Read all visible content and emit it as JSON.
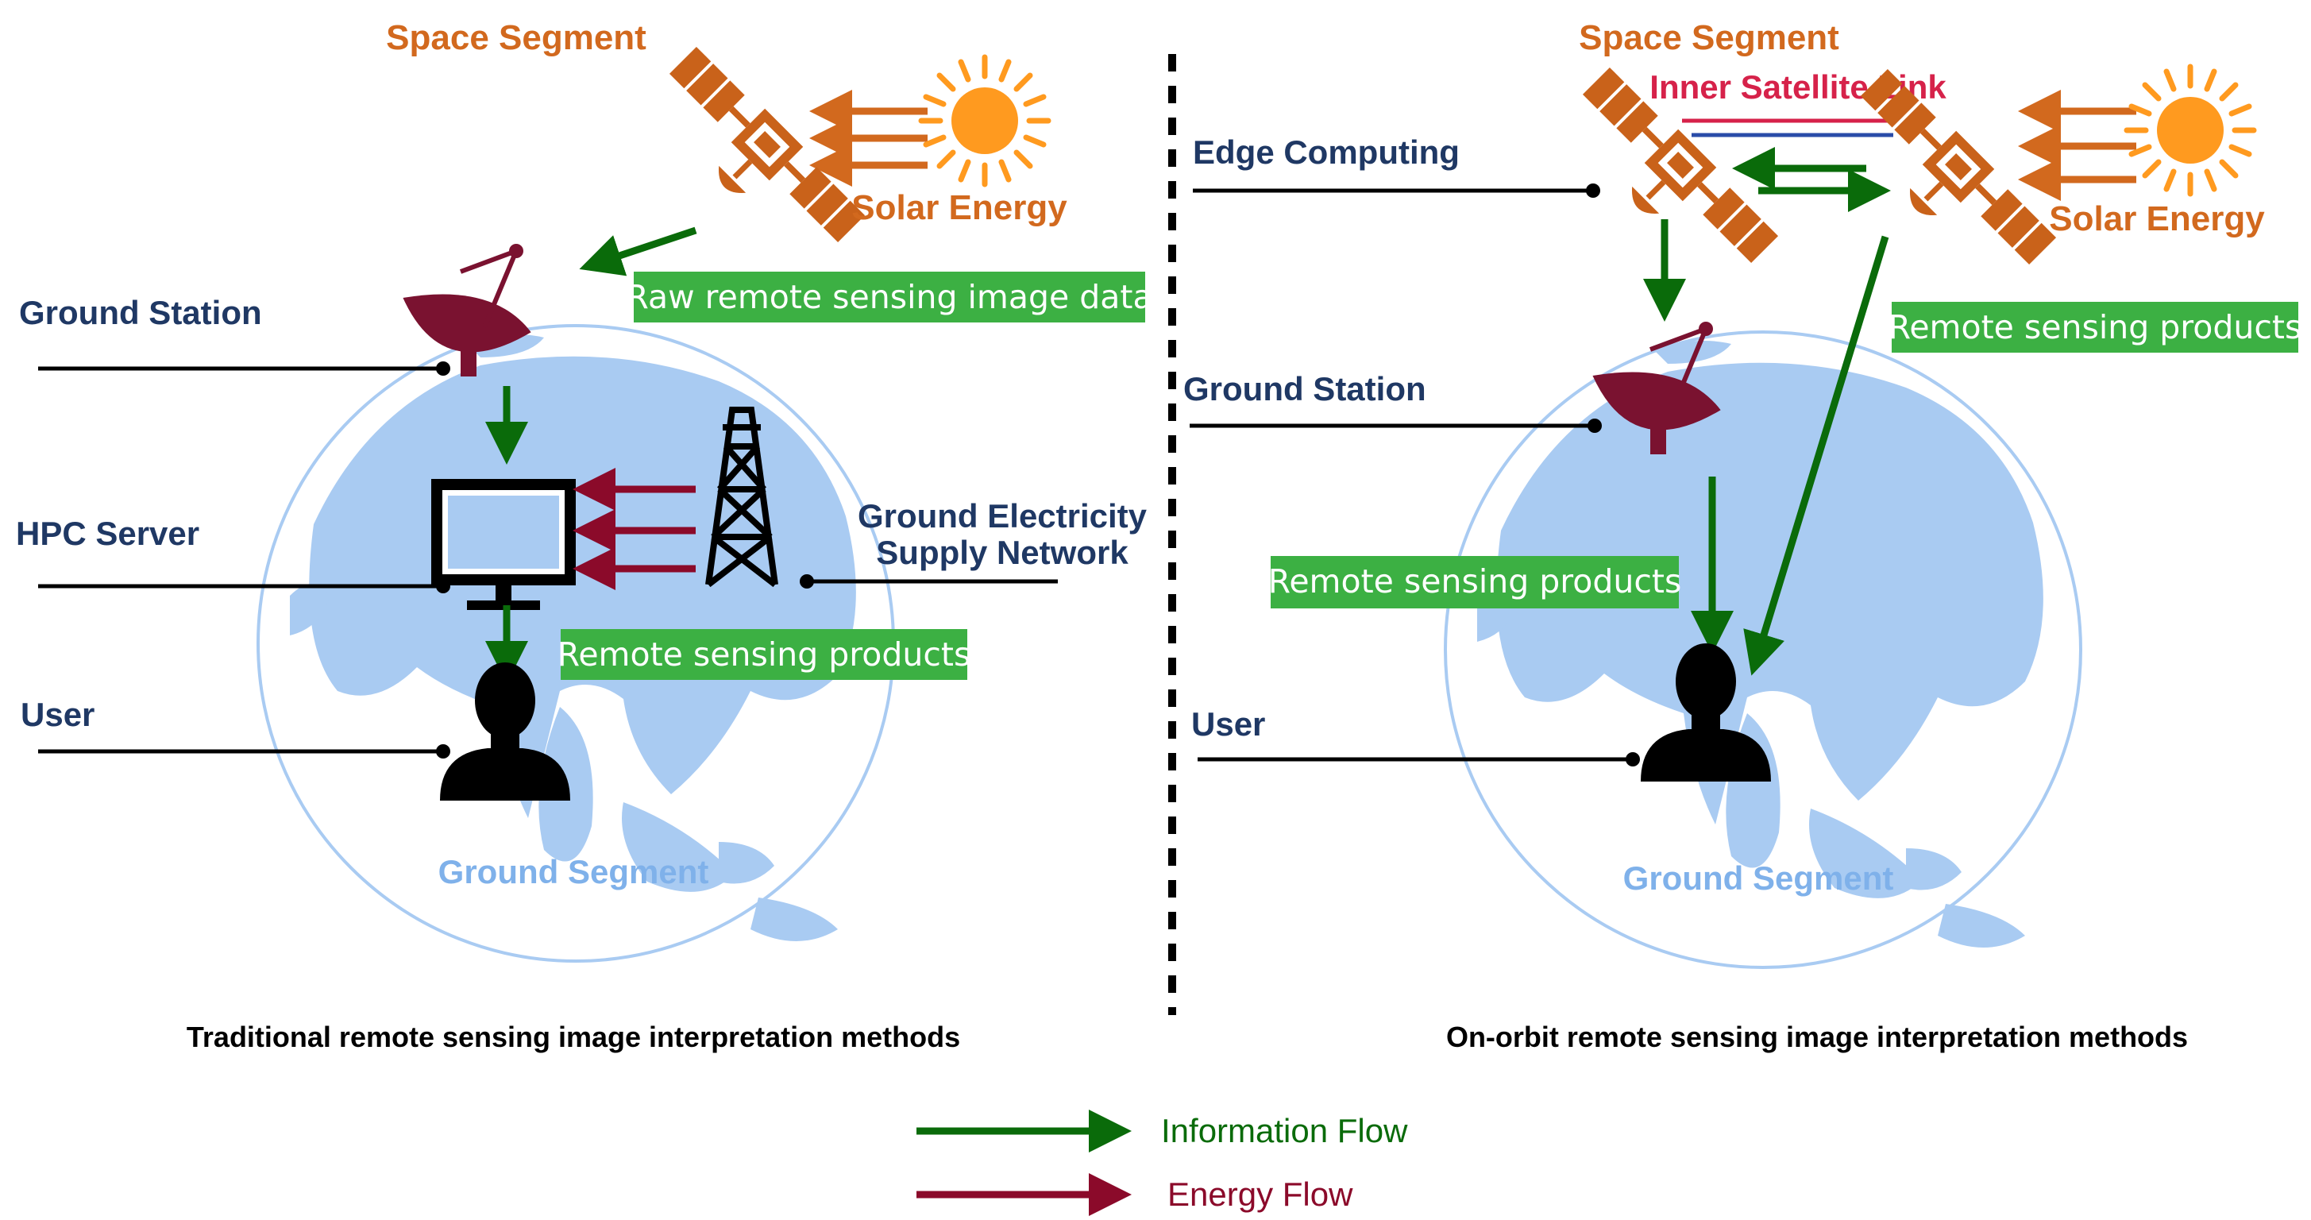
{
  "left": {
    "space_segment": "Space Segment",
    "solar_energy": "Solar Energy",
    "ground_station": "Ground Station",
    "hpc_server": "HPC Server",
    "user": "User",
    "ground_electricity_line1": "Ground Electricity",
    "ground_electricity_line2": "Supply Network",
    "ground_segment": "Ground Segment",
    "box_raw": "Raw remote sensing image data",
    "box_products": "Remote sensing products",
    "caption": "Traditional remote sensing image interpretation methods"
  },
  "right": {
    "space_segment": "Space Segment",
    "inner_link": "Inner Satellite Link",
    "solar_energy": "Solar Energy",
    "edge_computing": "Edge Computing",
    "ground_station": "Ground Station",
    "user": "User",
    "ground_segment": "Ground Segment",
    "box_products_top": "Remote sensing products",
    "box_products_mid": "Remote sensing products",
    "caption": "On-orbit remote sensing image interpretation methods"
  },
  "legend": {
    "information_flow": "Information Flow",
    "energy_flow": "Energy Flow"
  },
  "colors": {
    "information_flow": "#0a6b0a",
    "energy_flow": "#8b0a2a",
    "solar_arrow": "#d2691e",
    "sun": "#ff9a1f",
    "satellite": "#c9621a",
    "dish": "#7a1230",
    "globe": "#a9cbf2",
    "label_box": "#3cb043"
  },
  "icons": [
    "sun-icon",
    "satellite-icon",
    "satellite-dish-icon",
    "monitor-icon",
    "power-tower-icon",
    "user-icon",
    "globe-icon"
  ]
}
